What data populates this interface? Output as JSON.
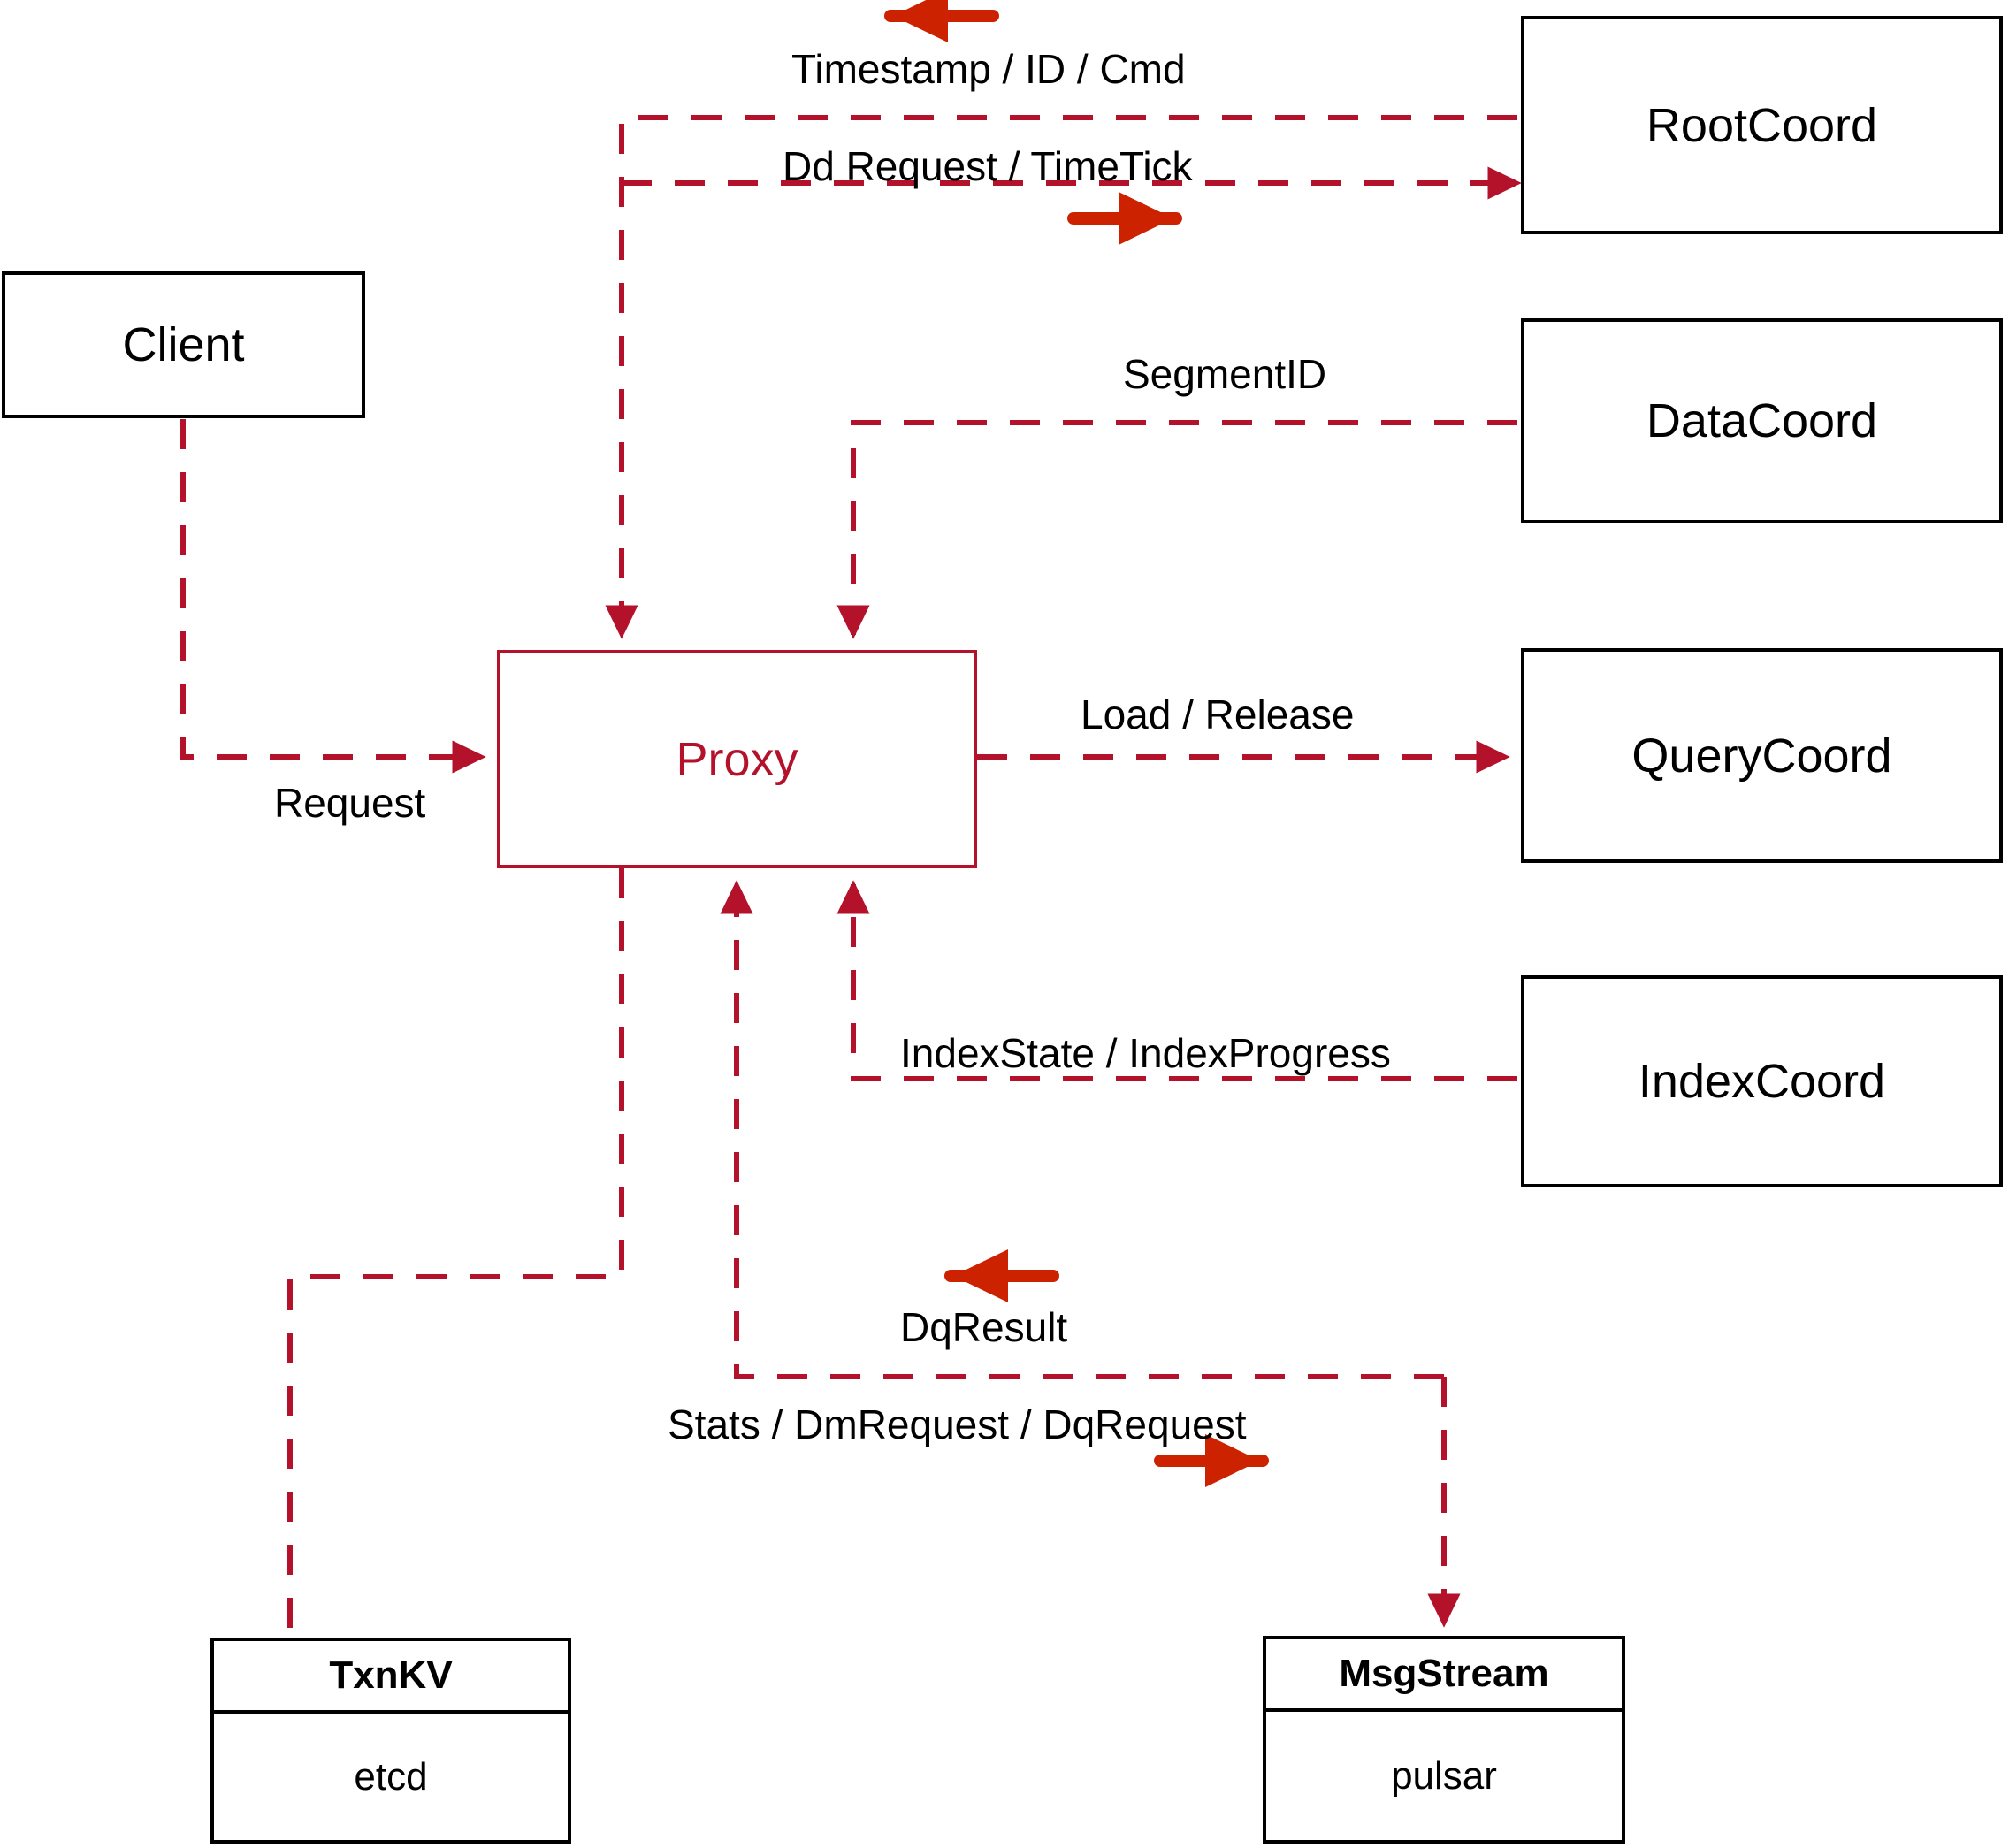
{
  "diagram": {
    "title": "Milvus Proxy component interaction diagram",
    "colors": {
      "dashed_edge": "#b4122b",
      "solid_arrow": "#cc2200",
      "node_border": "#000000",
      "proxy_border": "#b4122b",
      "proxy_text": "#b4122b",
      "label_text": "#000000",
      "background": "#ffffff"
    }
  },
  "nodes": {
    "client": {
      "label": "Client"
    },
    "proxy": {
      "label": "Proxy"
    },
    "root_coord": {
      "label": "RootCoord"
    },
    "data_coord": {
      "label": "DataCoord"
    },
    "query_coord": {
      "label": "QueryCoord"
    },
    "index_coord": {
      "label": "IndexCoord"
    },
    "txnkv": {
      "title": "TxnKV",
      "impl": "etcd"
    },
    "msgstream": {
      "title": "MsgStream",
      "impl": "pulsar"
    }
  },
  "edge_labels": {
    "timestamp_id_cmd": "Timestamp / ID / Cmd",
    "dd_request_timetick": "Dd Request / TimeTick",
    "segment_id": "SegmentID",
    "request": "Request",
    "load_release": "Load / Release",
    "index_state_progress": "IndexState / IndexProgress",
    "dq_result": "DqResult",
    "stats_dm_dq_request": "Stats / DmRequest / DqRequest"
  },
  "flows": [
    {
      "from": "RootCoord",
      "to": "Proxy",
      "label": "Timestamp / ID / Cmd",
      "direction": "left"
    },
    {
      "from": "Proxy",
      "to": "RootCoord",
      "label": "Dd Request / TimeTick",
      "direction": "right"
    },
    {
      "from": "DataCoord",
      "to": "Proxy",
      "label": "SegmentID",
      "direction": "left"
    },
    {
      "from": "Client",
      "to": "Proxy",
      "label": "Request",
      "direction": "right"
    },
    {
      "from": "Proxy",
      "to": "QueryCoord",
      "label": "Load / Release",
      "direction": "right"
    },
    {
      "from": "IndexCoord",
      "to": "Proxy",
      "label": "IndexState / IndexProgress",
      "direction": "left"
    },
    {
      "from": "MsgStream",
      "to": "Proxy",
      "label": "DqResult",
      "direction": "left"
    },
    {
      "from": "Proxy",
      "to": "MsgStream",
      "label": "Stats / DmRequest / DqRequest",
      "direction": "right"
    },
    {
      "from": "Proxy",
      "to": "TxnKV",
      "label": "",
      "direction": "down"
    }
  ]
}
